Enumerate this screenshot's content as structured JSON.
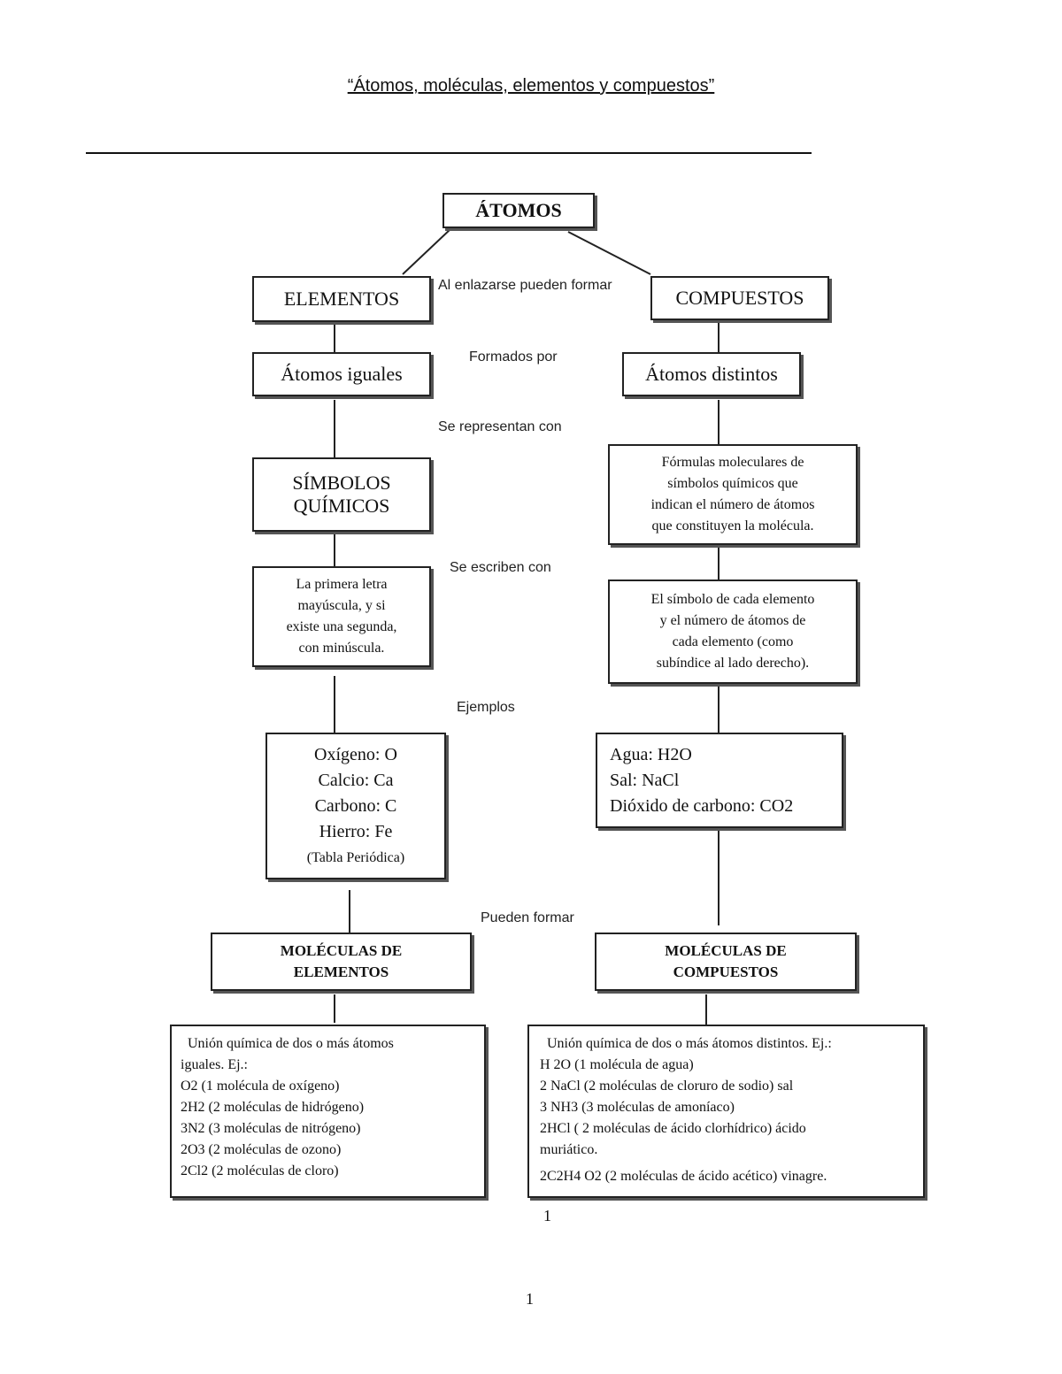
{
  "document": {
    "title": "“Átomos, moléculas, elementos y compuestos”",
    "inner_page_number": "1",
    "page_number": "1"
  },
  "diagram": {
    "root": "ÁTOMOS",
    "left_branch": {
      "level1": "ELEMENTOS",
      "level2": "Átomos iguales",
      "level3": [
        "SÍMBOLOS",
        "QUÍMICOS"
      ],
      "level4": [
        "La primera letra",
        "mayúscula, y si",
        "existe una segunda,",
        "con minúscula."
      ],
      "examples": [
        "Oxígeno: O",
        "Calcio: Ca",
        "Carbono: C",
        "Hierro: Fe"
      ],
      "examples_note": "(Tabla Periódica)",
      "molecules": [
        "MOLÉCULAS DE",
        "ELEMENTOS"
      ],
      "molecules_desc": [
        "Unión química de dos o más átomos",
        "iguales. Ej.:",
        "O2 (1 molécula de oxígeno)",
        "2H2 (2 moléculas de hidrógeno)",
        "3N2 (3 moléculas de nitrógeno)",
        "2O3 (2 moléculas de ozono)",
        "2Cl2 (2 moléculas de cloro)"
      ]
    },
    "right_branch": {
      "level1": "COMPUESTOS",
      "level2": "Átomos distintos",
      "level3": [
        "Fórmulas moleculares de",
        "símbolos químicos que",
        "indican el número de átomos",
        "que constituyen la molécula."
      ],
      "level4": [
        "El símbolo de cada elemento",
        "y el número de átomos de",
        "cada elemento (como",
        "subíndice al lado derecho)."
      ],
      "examples": [
        "Agua: H2O",
        "Sal: NaCl",
        "Dióxido de carbono: CO2"
      ],
      "molecules": [
        "MOLÉCULAS DE",
        "COMPUESTOS"
      ],
      "molecules_desc": [
        "Unión química de dos o más átomos distintos. Ej.:",
        "H 2O (1 molécula de agua)",
        "2 NaCl (2 moléculas de cloruro de sodio) sal",
        "3 NH3 (3 moléculas de amoníaco)",
        "2HCl ( 2 moléculas de ácido clorhídrico) ácido",
        "muriático.",
        "2C2H4 O2 (2 moléculas de ácido acético) vinagre."
      ]
    },
    "connector_labels": {
      "bond": "Al enlazarse pueden formar",
      "formed_by": "Formados por",
      "represented": "Se representan con",
      "written": "Se escriben con",
      "examples": "Ejemplos",
      "can_form": "Pueden formar"
    }
  }
}
